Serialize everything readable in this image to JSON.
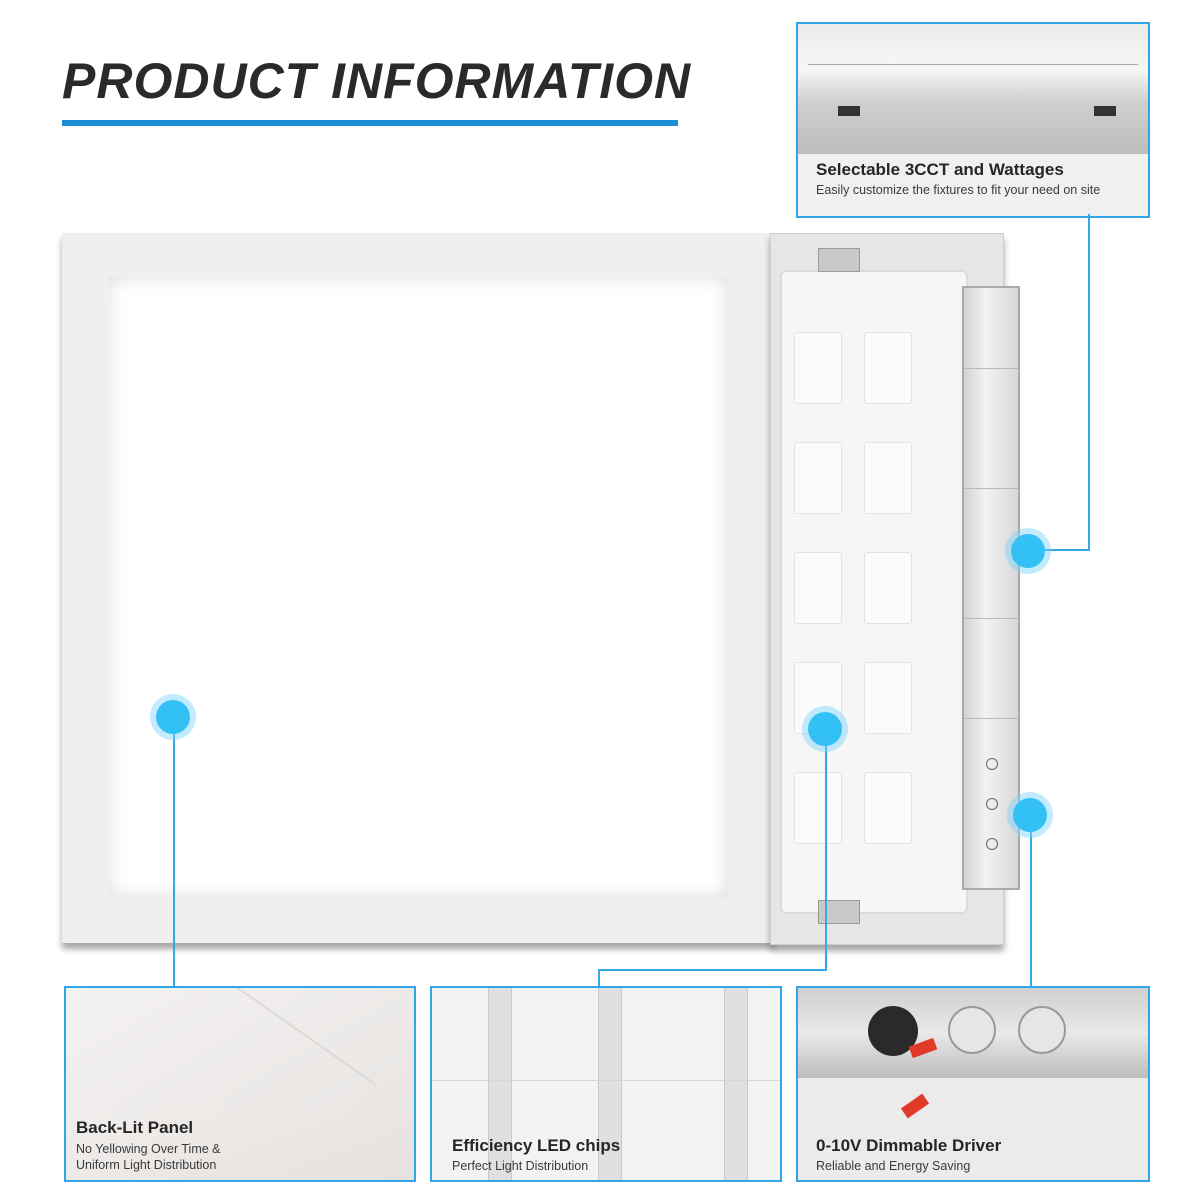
{
  "header": {
    "title": "PRODUCT INFORMATION"
  },
  "colors": {
    "accent": "#1e8fd6",
    "callout": "#33c0f5"
  },
  "callouts": {
    "top_right": {
      "title": "Selectable 3CCT and Wattages",
      "subtitle": "Easily customize the fixtures to fit your need on site"
    },
    "bottom_left": {
      "title": "Back-Lit Panel",
      "subtitle_line1": "No Yellowing Over Time &",
      "subtitle_line2": "Uniform Light Distribution"
    },
    "bottom_middle": {
      "title": "Efficiency LED chips",
      "subtitle": "Perfect Light Distribution"
    },
    "bottom_right": {
      "title": "0-10V Dimmable Driver",
      "subtitle": "Reliable and Energy Saving"
    }
  }
}
